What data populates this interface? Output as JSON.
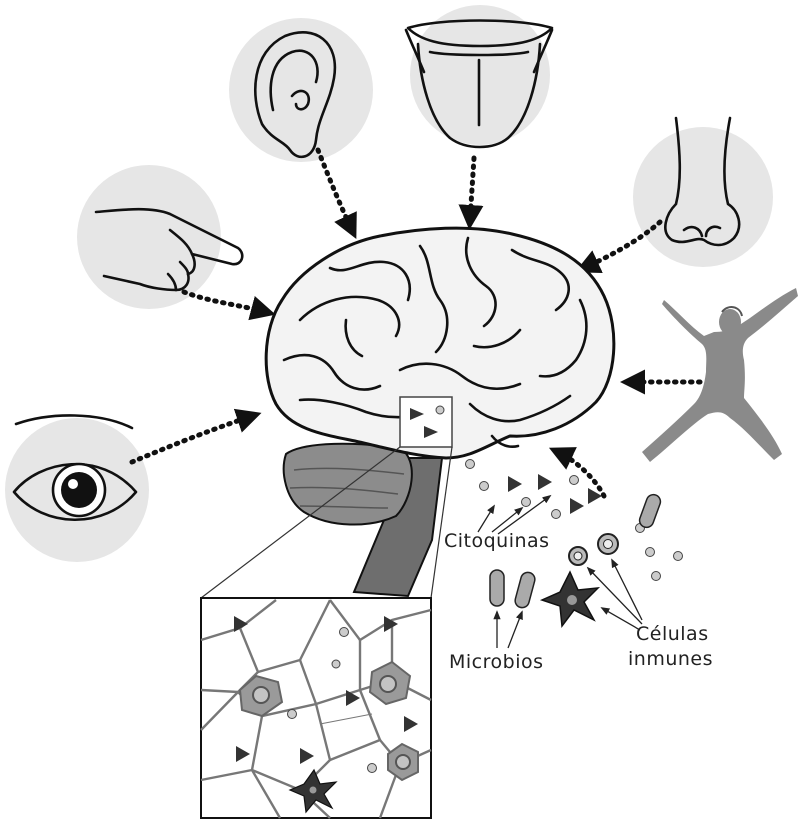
{
  "labels": {
    "cytokines": "Citoquinas",
    "microbes": "Microbios",
    "immune_cells_line1": "Células",
    "immune_cells_line2": "inmunes"
  },
  "colors": {
    "circle_bg": "#e6e6e6",
    "brain_fill": "#f3f3f3",
    "cerebellum": "#8c8c8c",
    "stem": "#6e6e6e",
    "figure": "#8a8a8a",
    "ink": "#111111"
  },
  "icons": [
    "ear-icon",
    "tongue-icon",
    "nose-icon",
    "hand-icon",
    "eye-icon",
    "dancer-figure",
    "brain-illustration",
    "neural-tissue-inset"
  ]
}
